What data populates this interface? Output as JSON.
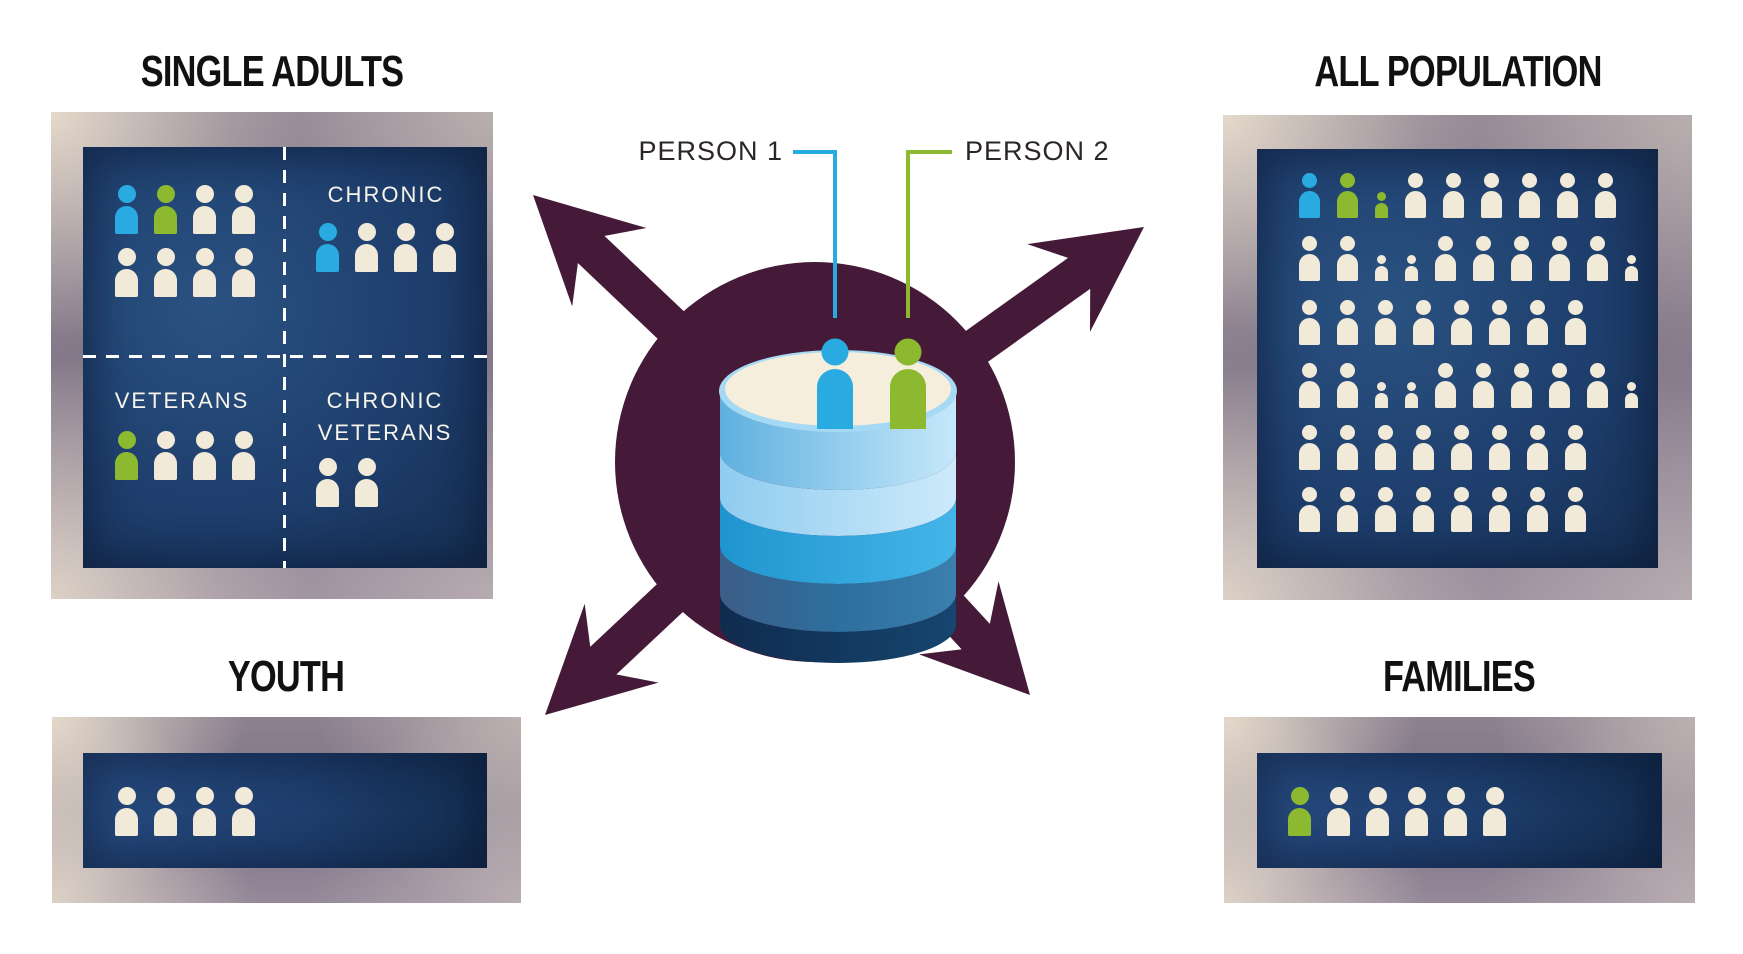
{
  "titles": {
    "single_adults": "SINGLE ADULTS",
    "all_population": "ALL POPULATION",
    "youth": "YOUTH",
    "families": "FAMILIES"
  },
  "center": {
    "person1_label": "PERSON 1",
    "person2_label": "PERSON 2"
  },
  "single_adults_panel": {
    "quadrant_top_left": {
      "rows": [
        [
          "blue",
          "green",
          "cream",
          "cream"
        ],
        [
          "cream",
          "cream",
          "cream",
          "cream"
        ]
      ]
    },
    "quadrant_chronic": {
      "label": "CHRONIC",
      "icons": [
        "blue",
        "cream",
        "cream",
        "cream"
      ]
    },
    "quadrant_veterans": {
      "label": "VETERANS",
      "icons": [
        "green",
        "cream",
        "cream",
        "cream"
      ]
    },
    "quadrant_chronic_veterans": {
      "lines": [
        "CHRONIC",
        "VETERANS"
      ],
      "icons": [
        "cream",
        "cream"
      ]
    }
  },
  "all_population_panel": {
    "rows": [
      [
        "blue",
        "green",
        "green-child",
        "cream",
        "cream",
        "cream",
        "cream",
        "cream",
        "cream"
      ],
      [
        "cream",
        "cream",
        "cream-child",
        "cream-child",
        "cream",
        "cream",
        "cream",
        "cream",
        "cream",
        "cream-child"
      ],
      [
        "cream",
        "cream",
        "cream",
        "cream",
        "cream",
        "cream",
        "cream",
        "cream"
      ],
      [
        "cream",
        "cream",
        "cream-child",
        "cream-child",
        "cream",
        "cream",
        "cream",
        "cream",
        "cream",
        "cream-child"
      ],
      [
        "cream",
        "cream",
        "cream",
        "cream",
        "cream",
        "cream",
        "cream",
        "cream"
      ],
      [
        "cream",
        "cream",
        "cream",
        "cream",
        "cream",
        "cream",
        "cream",
        "cream"
      ]
    ]
  },
  "youth_panel": {
    "icons": [
      "cream",
      "cream",
      "cream",
      "cream"
    ]
  },
  "families_panel": {
    "icons": [
      "green",
      "cream",
      "cream",
      "cream",
      "cream",
      "cream"
    ]
  },
  "colors": {
    "panel_navy": "#1e3e6d",
    "hub_plum": "#451a38",
    "person1_blue": "#29abe2",
    "person2_green": "#8cb92f",
    "people_cream": "#f2ead8",
    "frame_gray": "#8d8290"
  }
}
